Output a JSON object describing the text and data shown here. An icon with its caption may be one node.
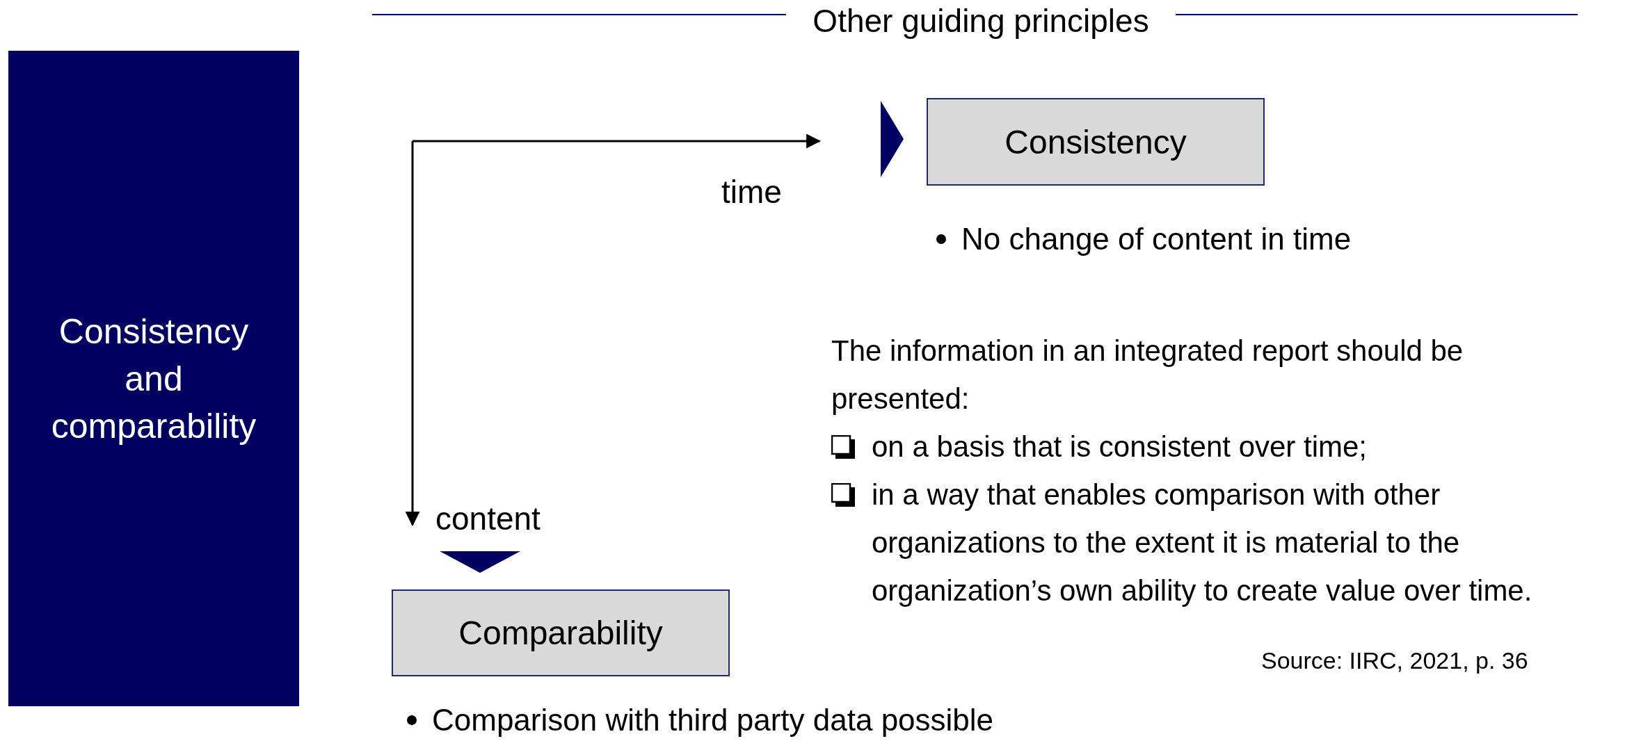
{
  "diagram": {
    "title": "Other guiding principles",
    "nodes": [
      {
        "text": [
          "Consistency and comparability"
        ]
      },
      {
        "text": [
          "Consistency"
        ],
        "beside": [
          "No change of content in time"
        ]
      },
      {
        "text": [
          "Comparability"
        ],
        "beside": [
          "Comparison with third party data possible"
        ]
      },
      {
        "text": [],
        "shape": "triangle"
      },
      {
        "text": [],
        "shape": "triangle"
      }
    ],
    "labels": [
      "time",
      "content",
      "The information in an integrated report should be presented:",
      "on a basis that is consistent over time;",
      "in a way that enables comparison with other organizations to the extent it is material to the organization’s own ability to create value over time.",
      "Source: IIRC, 2021, p. 36"
    ]
  }
}
